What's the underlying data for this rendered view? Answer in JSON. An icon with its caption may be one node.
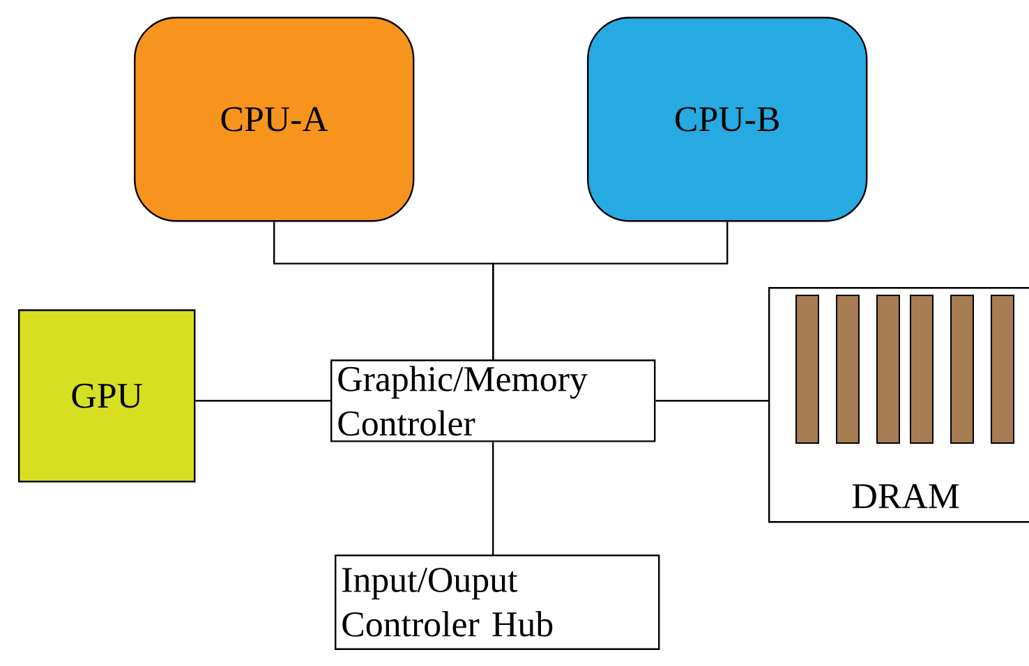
{
  "diagram": {
    "nodes": [
      {
        "text": [
          "CPU-A"
        ]
      },
      {
        "text": [
          "CPU-B"
        ]
      },
      {
        "text": [
          "GPU"
        ]
      },
      {
        "text": [
          "Graphic/Memory Controler"
        ]
      },
      {
        "text": [
          "DRAM"
        ]
      },
      {
        "text": [
          "Input/Ouput Controler Hub"
        ]
      }
    ],
    "edges": [
      {
        "from": 0,
        "to": 3,
        "arrow": "none"
      },
      {
        "from": 1,
        "to": 3,
        "arrow": "none"
      },
      {
        "from": 2,
        "to": 3,
        "arrow": "none"
      },
      {
        "from": 3,
        "to": 4,
        "arrow": "none"
      },
      {
        "from": 3,
        "to": 5,
        "arrow": "none"
      }
    ]
  }
}
